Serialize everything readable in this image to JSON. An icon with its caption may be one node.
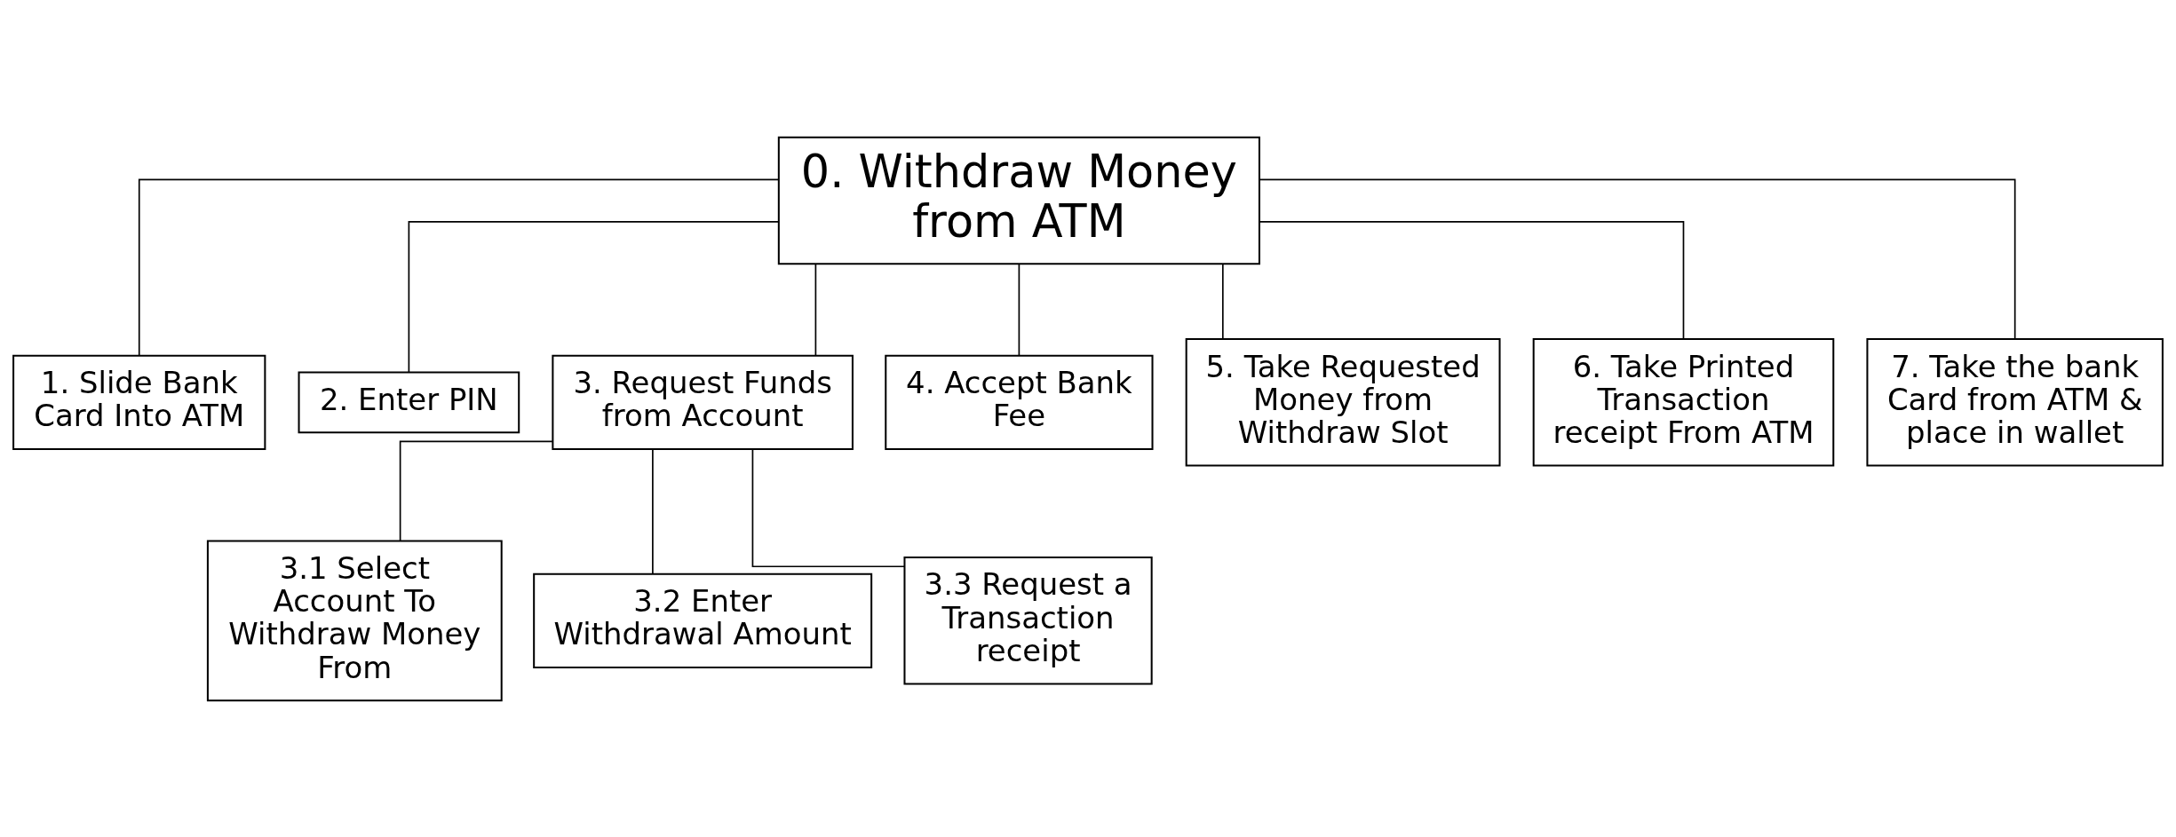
{
  "diagram": {
    "nodes": [
      {
        "text": [
          "0. Withdraw Money from ATM"
        ]
      },
      {
        "text": [
          "1. Slide Bank Card Into ATM"
        ]
      },
      {
        "text": [
          "2. Enter PIN"
        ]
      },
      {
        "text": [
          "3. Request Funds from Account"
        ]
      },
      {
        "text": [
          "4. Accept Bank Fee"
        ]
      },
      {
        "text": [
          "5. Take Requested Money from Withdraw Slot"
        ]
      },
      {
        "text": [
          "6. Take Printed Transaction receipt From ATM"
        ]
      },
      {
        "text": [
          "7. Take the bank Card from ATM & place in wallet"
        ]
      },
      {
        "text": [
          "3.1 Select Account To Withdraw Money From"
        ]
      },
      {
        "text": [
          "3.2 Enter Withdrawal Amount"
        ]
      },
      {
        "text": [
          "3.3 Request a Transaction receipt"
        ]
      }
    ],
    "edges": [
      {
        "from": 0,
        "to": 1,
        "arrow": "none"
      },
      {
        "from": 0,
        "to": 2,
        "arrow": "none"
      },
      {
        "from": 0,
        "to": 3,
        "arrow": "none"
      },
      {
        "from": 0,
        "to": 4,
        "arrow": "none"
      },
      {
        "from": 0,
        "to": 5,
        "arrow": "none"
      },
      {
        "from": 0,
        "to": 6,
        "arrow": "none"
      },
      {
        "from": 0,
        "to": 7,
        "arrow": "none"
      },
      {
        "from": 3,
        "to": 8,
        "arrow": "none"
      },
      {
        "from": 3,
        "to": 9,
        "arrow": "none"
      },
      {
        "from": 3,
        "to": 10,
        "arrow": "none"
      }
    ]
  }
}
